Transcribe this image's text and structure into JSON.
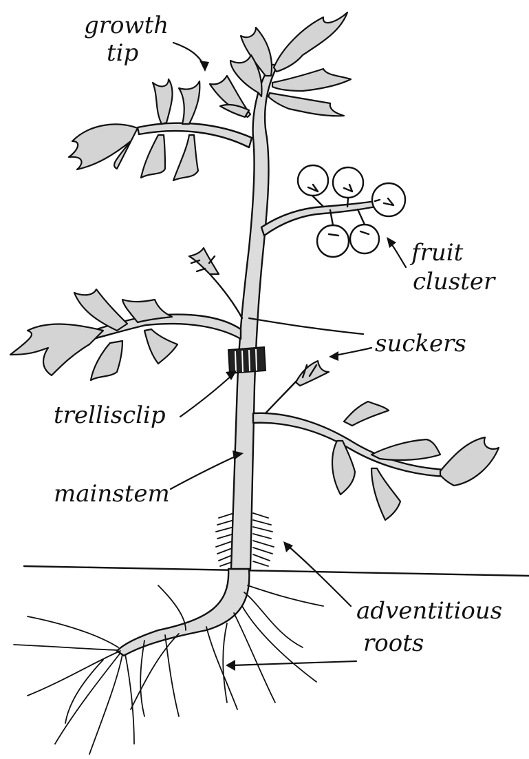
{
  "labels": {
    "growth_tip_line1": "growth",
    "growth_tip_line2": "tip",
    "fruit_cluster_line1": "fruit",
    "fruit_cluster_line2": "cluster",
    "suckers": "suckers",
    "trellis_clip": "trellisclip",
    "mainstem": "mainstem",
    "adventitious_line1": "adventitious",
    "adventitious_line2": "roots"
  },
  "colors": {
    "ink": "#111111",
    "shading": "#d4d4d4",
    "background": "#ffffff"
  }
}
